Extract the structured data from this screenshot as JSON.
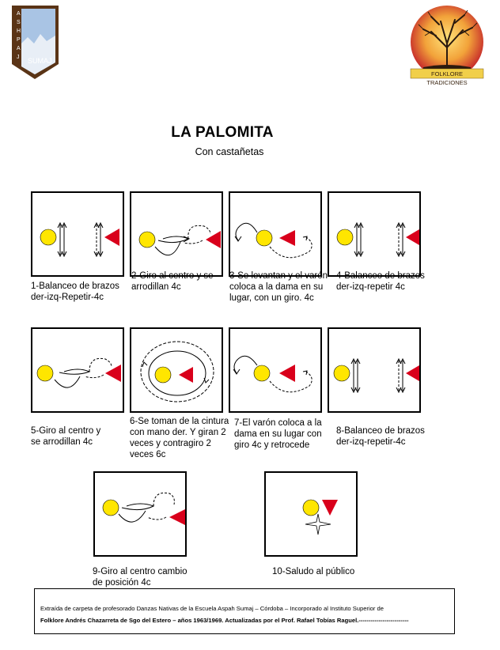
{
  "header": {
    "left_logo_text": "ASHPAJ SUMAJ",
    "right_logo_text": "FOLKLORE TRADICIONES"
  },
  "title": "LA PALOMITA",
  "subtitle": "Con castañetas",
  "figures": [
    {
      "caption": "1-Balanceo de brazos\nder-izq-Repetir-4c",
      "icon": "arms-swing-arrows"
    },
    {
      "caption": "2-Giro al centro y se\narrodillan 4c",
      "icon": "turn-center-arrows"
    },
    {
      "caption": "3-Se levantan y el varón\ncoloca a la dama en su\nlugar,  con un giro. 4c",
      "icon": "swap-turn-arrows"
    },
    {
      "caption": "4-Balanceo de brazos\nder-izq-repetir 4c",
      "icon": "arms-swing-arrows"
    },
    {
      "caption": "5-Giro al centro y\nse arrodillan 4c",
      "icon": "turn-center-arrows"
    },
    {
      "caption": "6-Se toman de la cintura\ncon mano der. Y giran 2\nveces y contragiro 2\nveces 6c",
      "icon": "circle-turn-arrows"
    },
    {
      "caption": "7-El varón coloca a la\ndama en su lugar con\ngiro 4c y retrocede",
      "icon": "swap-turn-arrows"
    },
    {
      "caption": "8-Balanceo de brazos\nder-izq-repetir-4c",
      "icon": "arms-swing-arrows"
    },
    {
      "caption": "9-Giro al centro cambio\nde posición 4c",
      "icon": "turn-center-arrows"
    },
    {
      "caption": "10-Saludo al público",
      "icon": "bow-star"
    }
  ],
  "colors": {
    "dama": "#ffe600",
    "varon": "#d9001b",
    "logo_sky": "#a9c4e4",
    "logo_brown": "#5a3416"
  },
  "footer": {
    "line1": "Extraída de carpeta de profesorado Danzas Nativas de la Escuela Aspah Sumaj – Córdoba – Incorporado al Instituto Superior de",
    "line2": "Folklore Andrés Chazarreta de Sgo del Estero – años 1963/1969. Actualizadas por el Prof. Rafael Tobías Raguel.-------------------------"
  }
}
